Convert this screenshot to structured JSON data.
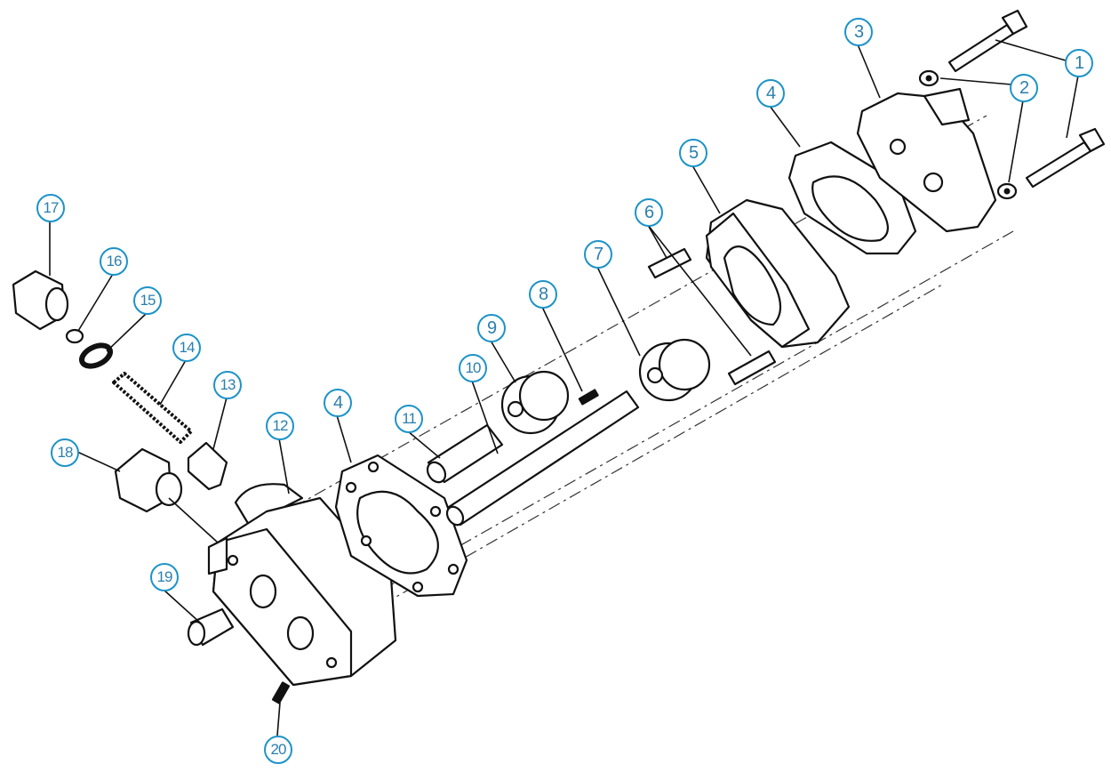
{
  "title": "Oil pump exploded view",
  "callouts": [
    "1",
    "1",
    "2",
    "2",
    "3",
    "4",
    "4",
    "5",
    "6",
    "7",
    "8",
    "9",
    "10",
    "11",
    "12",
    "13",
    "14",
    "15",
    "16",
    "17",
    "18",
    "19",
    "20"
  ],
  "colors": {
    "callout_ring": "#1c93c8",
    "callout_text": "#2a7fae",
    "line": "#111111"
  }
}
